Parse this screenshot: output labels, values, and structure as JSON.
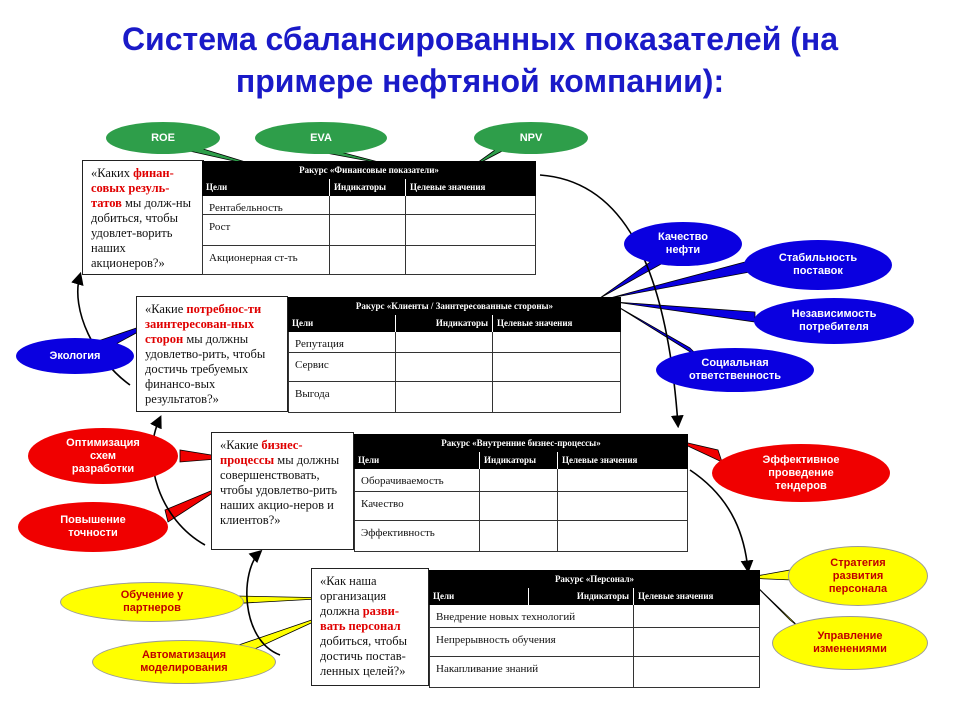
{
  "title": {
    "line1": "Система сбалансированных показателей (на",
    "line2": "примере нефтяной компании):"
  },
  "perspectives": [
    {
      "question": {
        "before": "«Каких ",
        "highlight": "финан-совых резуль-татов",
        "after": " мы долж-ны добиться, чтобы удовлет-ворить наших акционеров?»"
      },
      "header": "Ракурс «Финансовые показатели»",
      "columns": [
        "Цели",
        "Индикаторы",
        "Целевые значения"
      ],
      "rows": [
        "Рентабельность",
        "Рост",
        "Акционерная ст-ть"
      ]
    },
    {
      "question": {
        "before": "«Какие ",
        "highlight": "потребнос-ти заинтересован-ных сторон",
        "after": " мы должны удовлетво-рить, чтобы достичь требуемых финансо-вых результатов?»"
      },
      "header": "Ракурс «Клиенты / Заинтересованные стороны»",
      "columns": [
        "Цели",
        "Индикаторы",
        "Целевые значения"
      ],
      "rows": [
        "Репутация",
        "Сервис",
        "Выгода"
      ]
    },
    {
      "question": {
        "before": "«Какие ",
        "highlight": "бизнес-процессы",
        "after": " мы должны совершенствовать, чтобы удовлетво-рить наших акцио-неров и клиентов?»"
      },
      "header": "Ракурс «Внутренние бизнес-процессы»",
      "columns": [
        "Цели",
        "Индикаторы",
        "Целевые значения"
      ],
      "rows": [
        "Оборачиваемость",
        "Качество",
        "Эффективность"
      ]
    },
    {
      "question": {
        "before": "«Как наша организация должна ",
        "highlight": "разви-вать персонал",
        "after": " добиться, чтобы достичь постав-ленных целей?»"
      },
      "header": "Ракурс «Персонал»",
      "columns": [
        "Цели",
        "Индикаторы",
        "Целевые значения"
      ],
      "rows": [
        "Внедрение новых технологий",
        "Непрерывность обучения",
        "Накапливание знаний"
      ]
    }
  ],
  "callouts": {
    "roe": "ROE",
    "eva": "EVA",
    "npv": "NPV",
    "oil_quality": "Качество нефти",
    "supply_stability": "Стабильность поставок",
    "consumer_independence": "Независимость потребителя",
    "social_responsibility": "Социальная ответственность",
    "ecology": "Экология",
    "design_optimization": "Оптимизация схем разработки",
    "accuracy": "Повышение точности",
    "tenders": "Эффективное проведение тендеров",
    "partner_training": "Обучение у партнеров",
    "modeling_automation": "Автоматизация моделирования",
    "staff_strategy": "Стратегия развития персонала",
    "change_management": "Управление изменениями"
  },
  "colors": {
    "title": "#1a1ac8",
    "green": "#2e9e4a",
    "blue": "#0a00e0",
    "red": "#f00000",
    "yellow": "#ffff00",
    "highlight": "#e00000"
  }
}
